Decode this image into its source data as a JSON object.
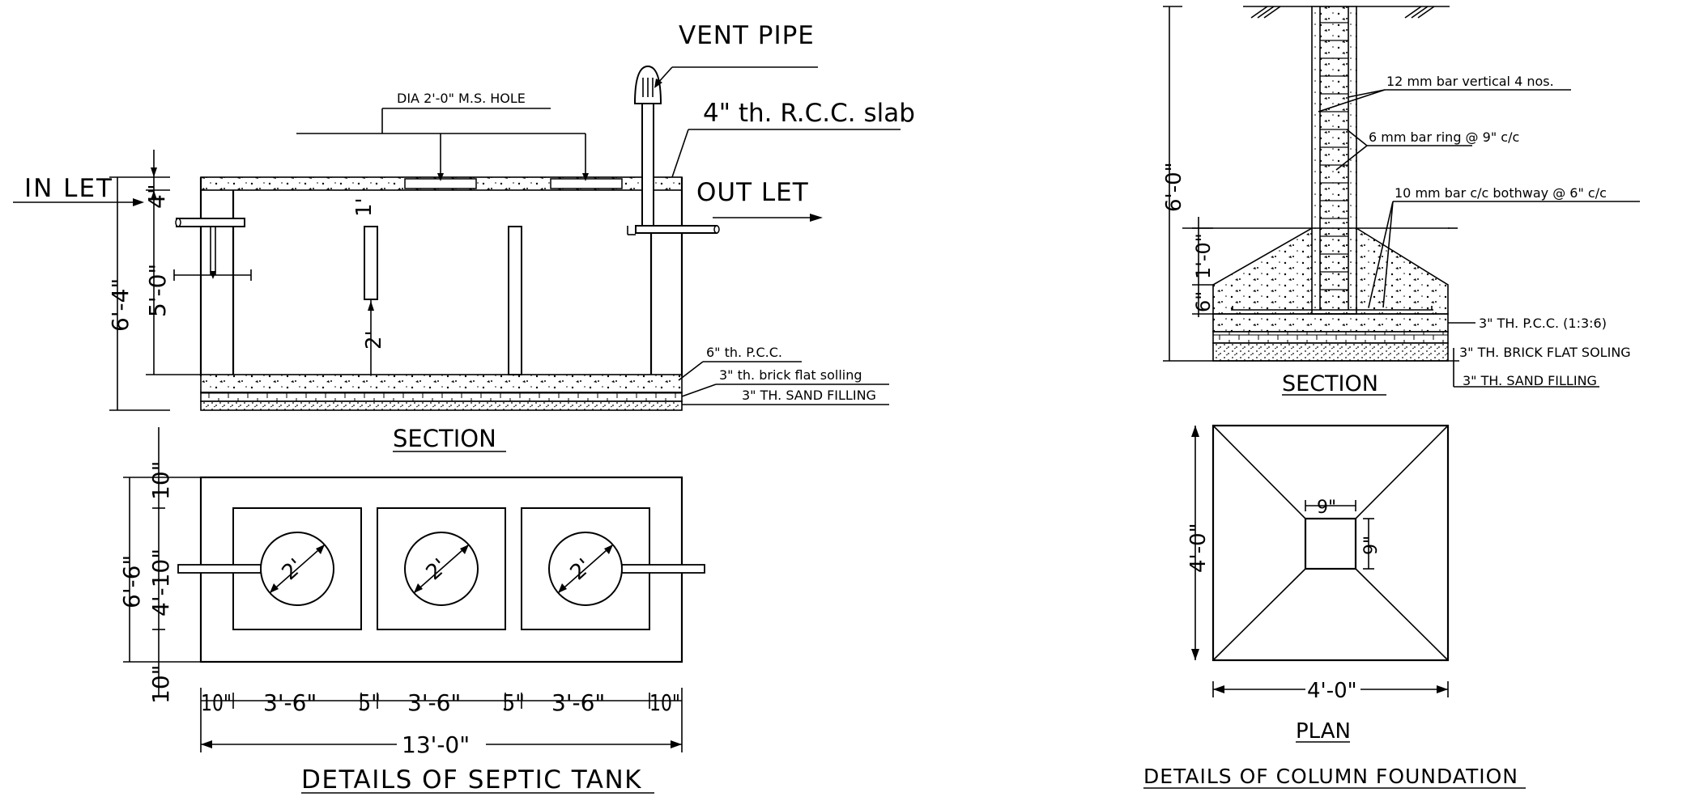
{
  "septic_tank": {
    "section_labels": {
      "vent_pipe": "VENT PIPE",
      "ms_hole": "DIA 2'-0\" M.S. HOLE",
      "rcc_slab": "4\" th. R.C.C. slab",
      "inlet": "IN LET",
      "outlet": "OUT LET",
      "pcc": "6\" th. P.C.C.",
      "brick_soling": "3\" th. brick flat solling",
      "sand_filling": "3\" TH. SAND FILLING"
    },
    "section_dimensions": {
      "total_depth": "6'-4\"",
      "water_depth": "5'-0\"",
      "slab_thickness": "4\"",
      "baffle_top": "1'",
      "baffle_bottom": "2'"
    },
    "section_title": "SECTION",
    "plan_dimensions": {
      "hole_dia": "2'",
      "left_total": "6'-6\"",
      "left_bottom": "10\"",
      "left_middle": "4'-10\"",
      "left_top": "10\"",
      "bottom_segments": [
        "10\"",
        "3'-6\"",
        "5\"",
        "3'-6\"",
        "5\"",
        "3'-6\"",
        "10\""
      ],
      "overall_length": "13'-0\""
    },
    "title": "DETAILS OF SEPTIC TANK"
  },
  "column_foundation": {
    "section_labels": {
      "vertical_bars": "12 mm bar vertical 4 nos.",
      "ring_bars": "6 mm bar ring  @ 9\" c/c",
      "bothway_bars": "10 mm bar c/c bothway @ 6\" c/c",
      "pcc": "3\" TH. P.C.C. (1:3:6)",
      "brick_soling": "3\" TH. BRICK FLAT SOLING",
      "sand_filling": "3\" TH. SAND FILLING"
    },
    "section_dimensions": {
      "total_depth": "6'-0\"",
      "footing_depth": "1'-0\"",
      "base_depth": "6\""
    },
    "section_title": "SECTION",
    "plan_dimensions": {
      "column_width": "9\"",
      "column_depth": "9\"",
      "footing_side": "4'-0\"",
      "footing_width": "4'-0\""
    },
    "plan_title": "PLAN",
    "title": "DETAILS OF COLUMN FOUNDATION"
  }
}
